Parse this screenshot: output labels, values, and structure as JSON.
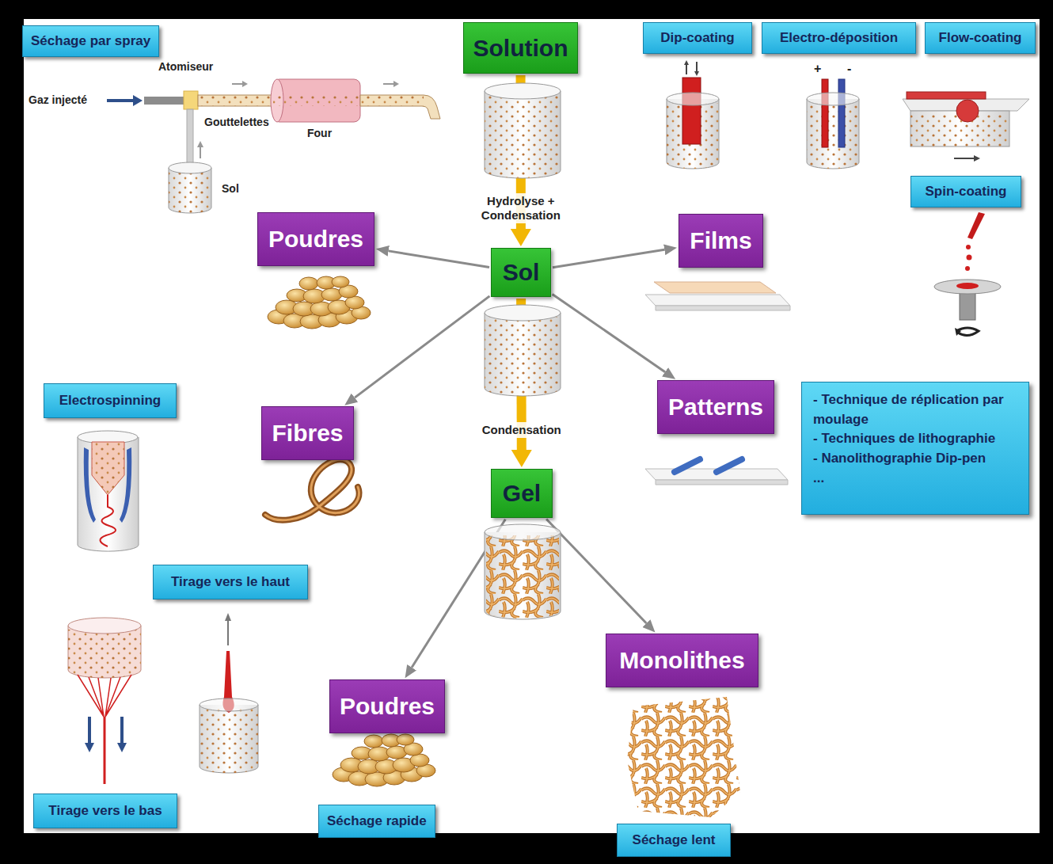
{
  "diagram": {
    "nodes": [
      {
        "text": [
          "Séchage par spray"
        ]
      },
      {
        "text": [
          "Solution"
        ]
      },
      {
        "text": [
          "Dip-coating"
        ]
      },
      {
        "text": [
          "Electro-déposition"
        ]
      },
      {
        "text": [
          "Flow-coating"
        ]
      },
      {
        "text": [
          "Spin-coating"
        ]
      },
      {
        "text": [
          "Poudres"
        ]
      },
      {
        "text": [
          "Sol"
        ]
      },
      {
        "text": [
          "Films"
        ]
      },
      {
        "text": [
          "Electrospinning"
        ]
      },
      {
        "text": [
          "Fibres"
        ]
      },
      {
        "text": [
          "Patterns"
        ]
      },
      {
        "text": [
          "- Technique de réplication par moulage",
          "- Techniques de lithographie",
          "- Nanolithographie Dip-pen",
          "..."
        ]
      },
      {
        "text": [
          "Gel"
        ]
      },
      {
        "text": [
          "Tirage vers le haut"
        ]
      },
      {
        "text": [
          "Monolithes"
        ]
      },
      {
        "text": [
          "Poudres"
        ]
      },
      {
        "text": [
          "Tirage vers le bas"
        ]
      },
      {
        "text": [
          "Séchage rapide"
        ]
      },
      {
        "text": [
          "Séchage lent"
        ]
      }
    ],
    "edges": [
      {
        "from": 1,
        "to": 7,
        "arrow": "to",
        "label": "Hydrolyse + Condensation"
      },
      {
        "from": 7,
        "to": 6,
        "arrow": "to"
      },
      {
        "from": 7,
        "to": 8,
        "arrow": "to"
      },
      {
        "from": 7,
        "to": 10,
        "arrow": "to"
      },
      {
        "from": 7,
        "to": 11,
        "arrow": "to"
      },
      {
        "from": 7,
        "to": 13,
        "arrow": "to",
        "label": "Condensation"
      },
      {
        "from": 13,
        "to": 16,
        "arrow": "to"
      },
      {
        "from": 13,
        "to": 15,
        "arrow": "to"
      }
    ],
    "labels": [
      "Atomiseur",
      "Gaz injecté",
      "Gouttelettes",
      "Four",
      "Sol",
      "+",
      "-"
    ]
  }
}
